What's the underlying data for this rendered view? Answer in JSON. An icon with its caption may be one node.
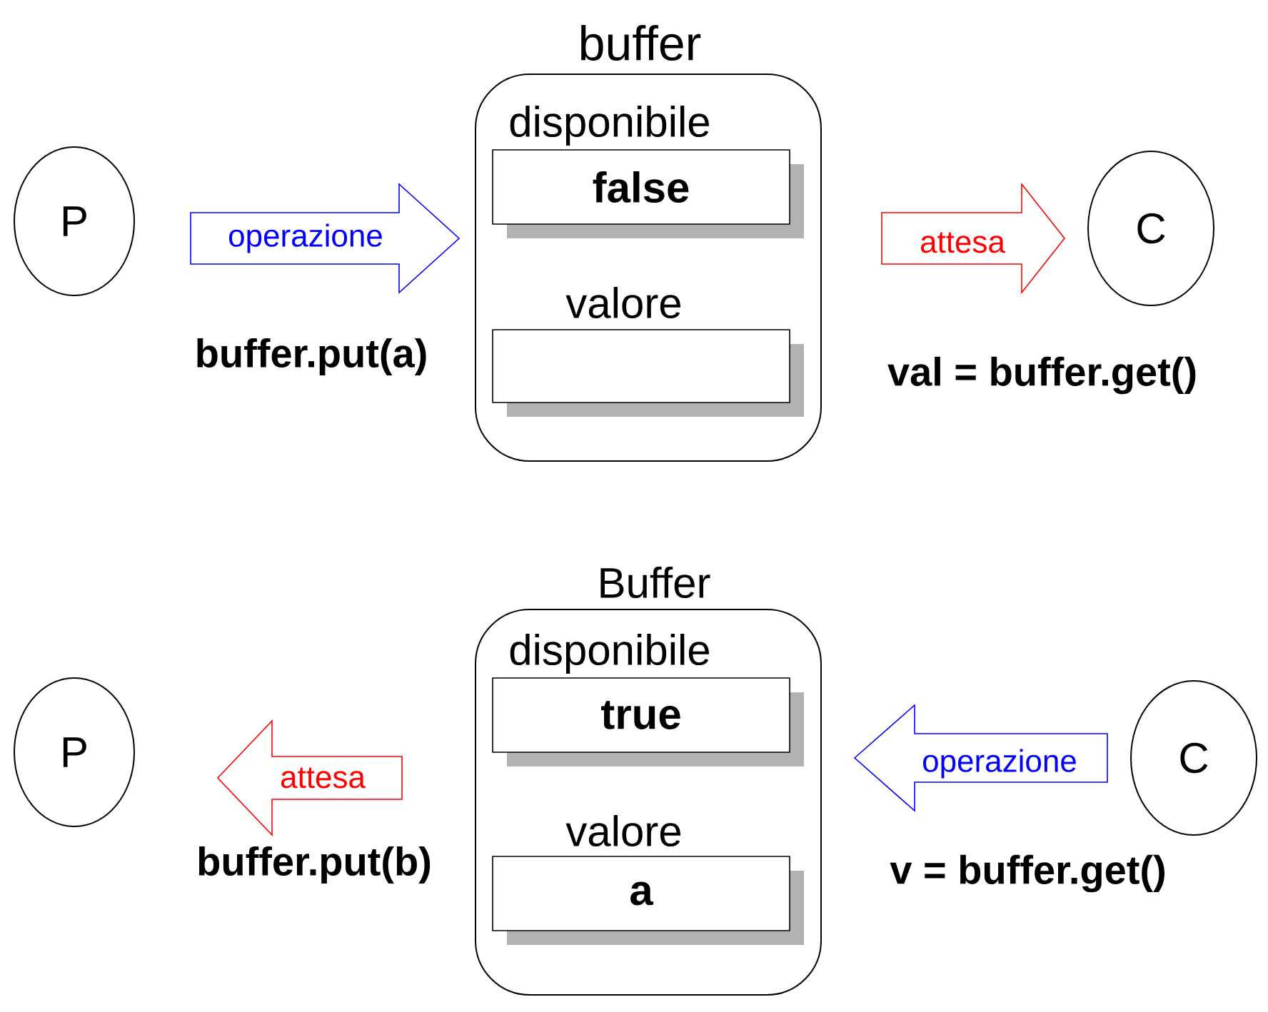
{
  "diagram": {
    "nodes": [
      {
        "text": [
          "P"
        ]
      },
      {
        "text": [
          "buffer",
          "disponibile",
          "valore"
        ]
      },
      {
        "text": [
          "false"
        ],
        "in": 1
      },
      {
        "text": [],
        "shape": "box",
        "in": 1
      },
      {
        "text": [
          "C"
        ]
      },
      {
        "text": [
          "P"
        ]
      },
      {
        "text": [
          "Buffer",
          "disponibile",
          "valore"
        ]
      },
      {
        "text": [
          "true"
        ],
        "in": 6
      },
      {
        "text": [
          "a"
        ],
        "in": 6
      },
      {
        "text": [
          "C"
        ]
      }
    ],
    "edges": [
      {
        "from": 0,
        "to": 1,
        "arrow": "to",
        "label": "operazione",
        "color": "#0000ff"
      },
      {
        "from": 1,
        "to": 4,
        "arrow": "to",
        "label": "attesa",
        "color": "#ff0000"
      },
      {
        "from": 6,
        "to": 5,
        "arrow": "to",
        "label": "attesa",
        "color": "#ff0000"
      },
      {
        "from": 9,
        "to": 6,
        "arrow": "to",
        "label": "operazione",
        "color": "#0000ff"
      }
    ],
    "labels": [
      "buffer.put(a)",
      "val = buffer.get()",
      "buffer.put(b)",
      "v = buffer.get()"
    ]
  }
}
